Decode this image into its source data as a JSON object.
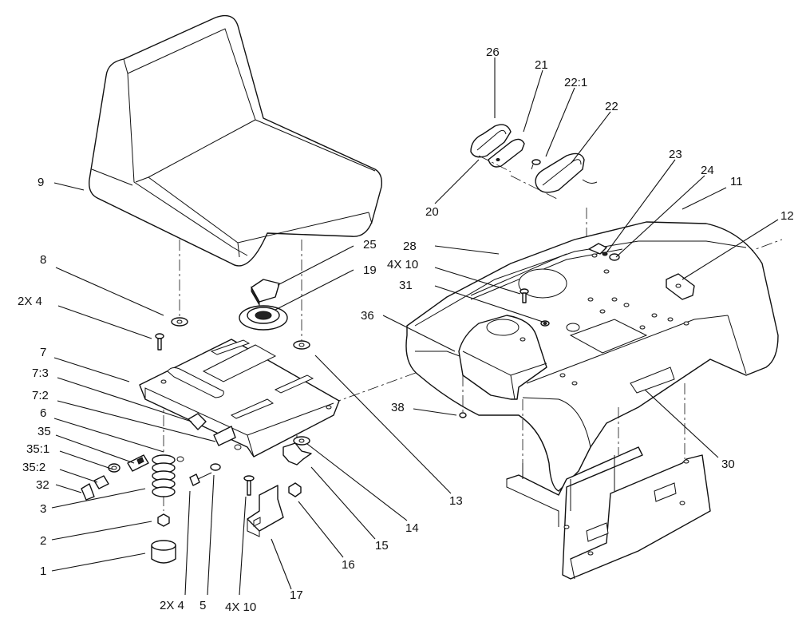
{
  "callouts": {
    "c1": "1",
    "c2": "2",
    "c3": "3",
    "c2x4_left": "2X 4",
    "c5": "5",
    "c4x10_bottom": "4X 10",
    "c6": "6",
    "c7": "7",
    "c7_2": "7:2",
    "c7_3": "7:3",
    "c8": "8",
    "c9": "9",
    "c11": "11",
    "c12": "12",
    "c13": "13",
    "c14": "14",
    "c15": "15",
    "c16": "16",
    "c17": "17",
    "c19": "19",
    "c20": "20",
    "c21": "21",
    "c22": "22",
    "c22_1": "22:1",
    "c23": "23",
    "c24": "24",
    "c25": "25",
    "c26": "26",
    "c28": "28",
    "c30": "30",
    "c31": "31",
    "c32": "32",
    "c35": "35",
    "c35_1": "35:1",
    "c35_2": "35:2",
    "c36": "36",
    "c38": "38",
    "c4x10_right": "4X 10",
    "c2x4_bottom": "2X 4"
  }
}
